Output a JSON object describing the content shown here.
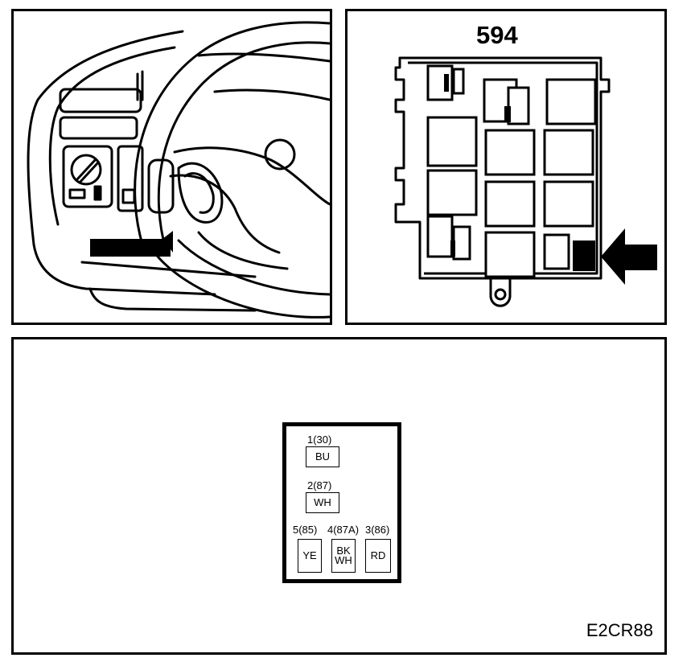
{
  "fuse_panel": {
    "title": "594"
  },
  "connector": {
    "pins": [
      {
        "label": "1(30)",
        "wire": "BU"
      },
      {
        "label": "2(87)",
        "wire": "WH"
      },
      {
        "label": "5(85)",
        "wire": "YE"
      },
      {
        "label": "4(87A)",
        "wire_line1": "BK",
        "wire_line2": "WH"
      },
      {
        "label": "3(86)",
        "wire": "RD"
      }
    ]
  },
  "figure_code": "E2CR88"
}
